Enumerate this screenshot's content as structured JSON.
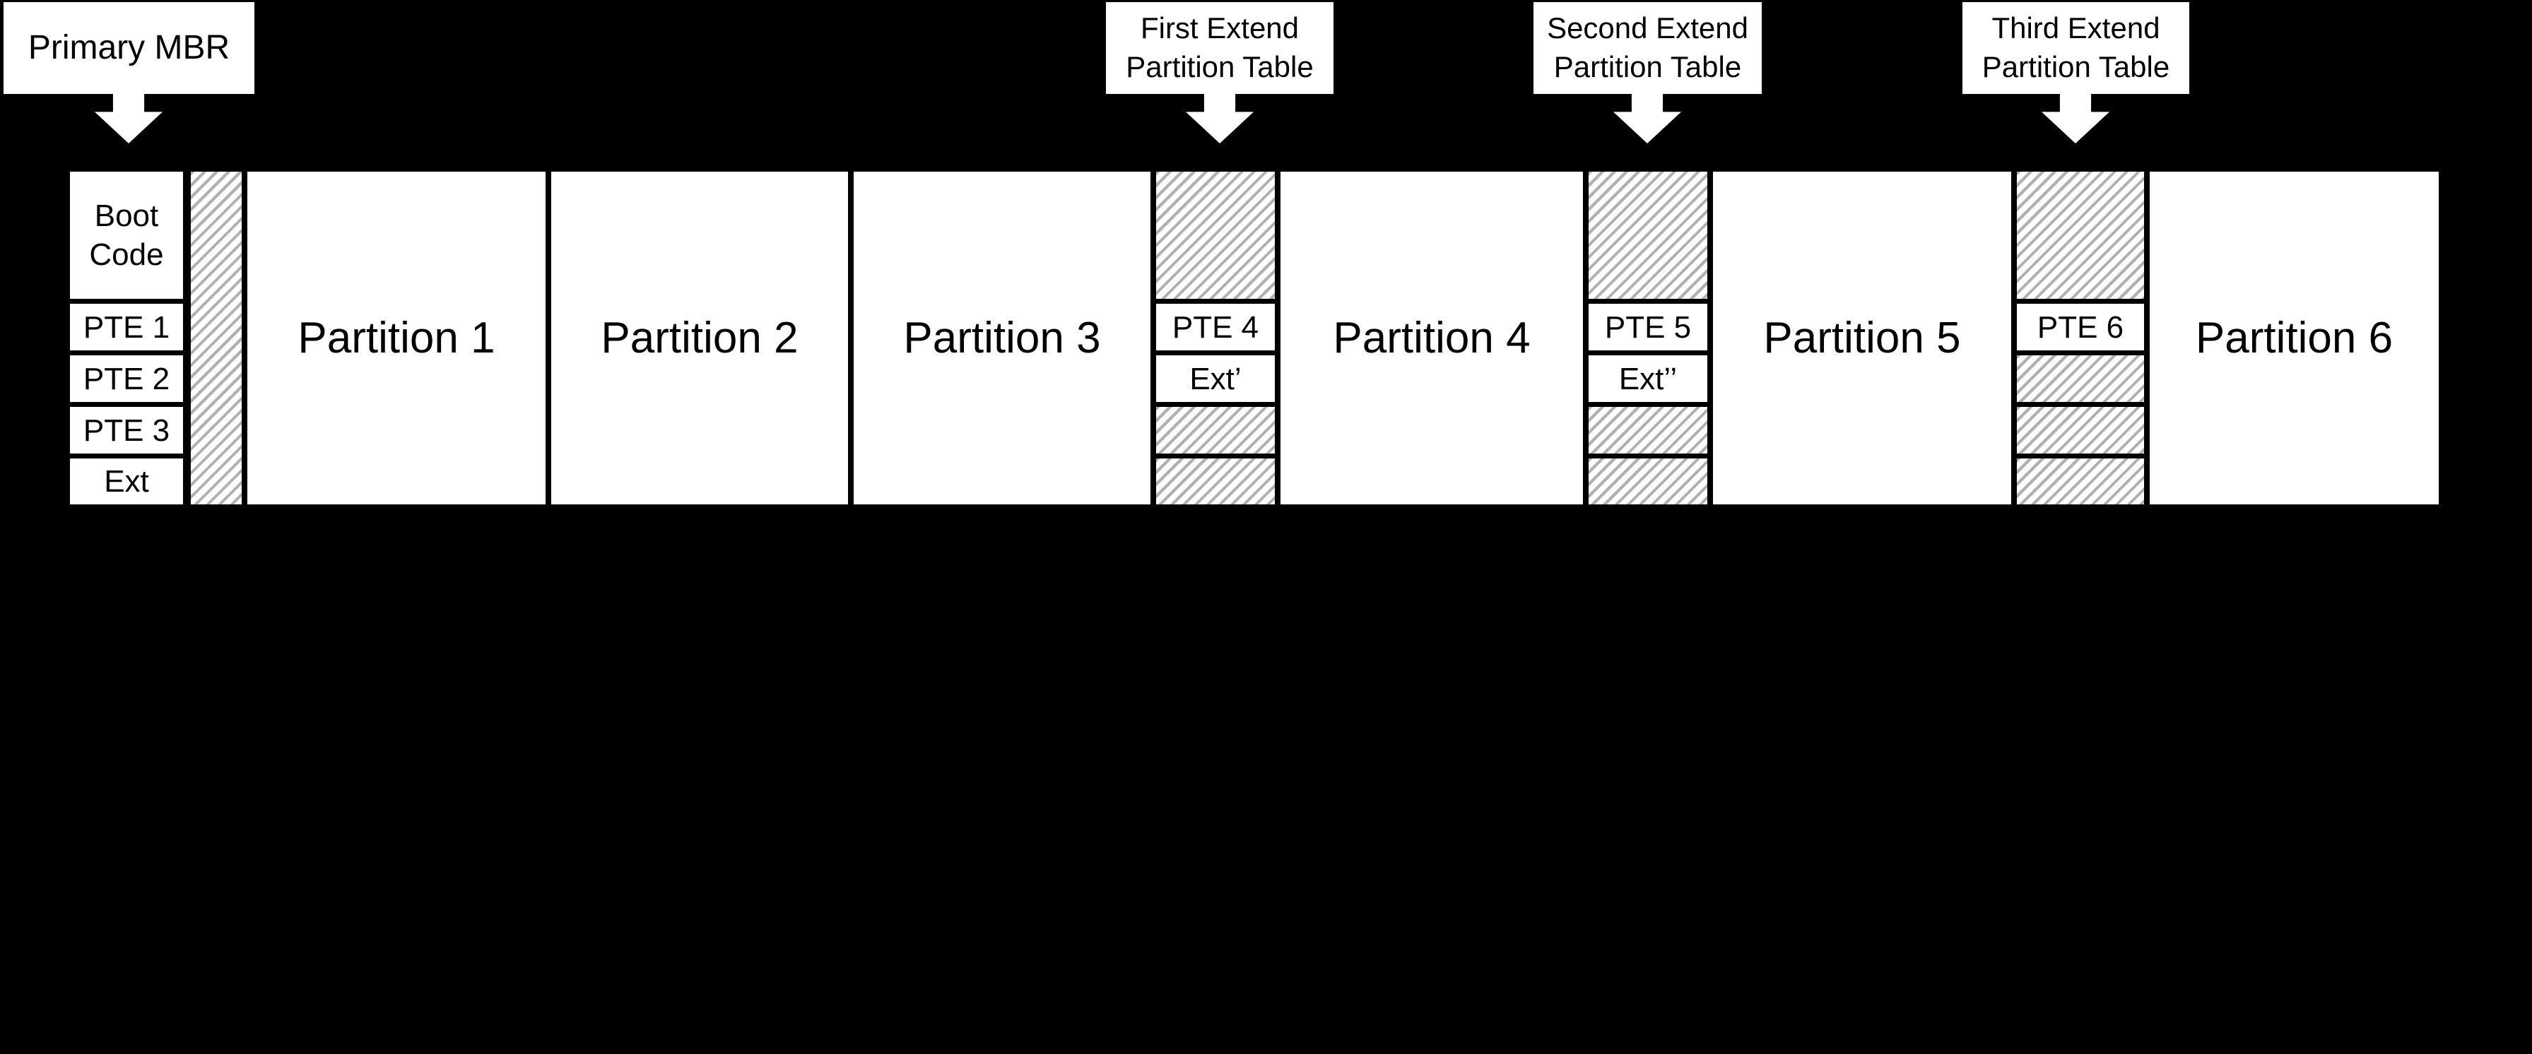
{
  "callouts": {
    "primary_mbr": {
      "text": "Primary MBR"
    },
    "first_ebr": {
      "line1": "First Extend",
      "line2": "Partition Table"
    },
    "second_ebr": {
      "line1": "Second Extend",
      "line2": "Partition Table"
    },
    "third_ebr": {
      "line1": "Third Extend",
      "line2": "Partition Table"
    }
  },
  "mbr": {
    "boot_line1": "Boot",
    "boot_line2": "Code",
    "pte1": "PTE 1",
    "pte2": "PTE 2",
    "pte3": "PTE 3",
    "ext": "Ext"
  },
  "partitions": {
    "p1": "Partition 1",
    "p2": "Partition 2",
    "p3": "Partition 3",
    "p4": "Partition 4",
    "p5": "Partition 5",
    "p6": "Partition 6"
  },
  "ebr1": {
    "pte": "PTE 4",
    "ext": "Ext’"
  },
  "ebr2": {
    "pte": "PTE 5",
    "ext": "Ext’’"
  },
  "ebr3": {
    "pte": "PTE 6"
  },
  "colors": {
    "background": "#000000",
    "box_fill": "#ffffff",
    "text": "#000000",
    "hatch_stripe": "#b0b0b0"
  }
}
